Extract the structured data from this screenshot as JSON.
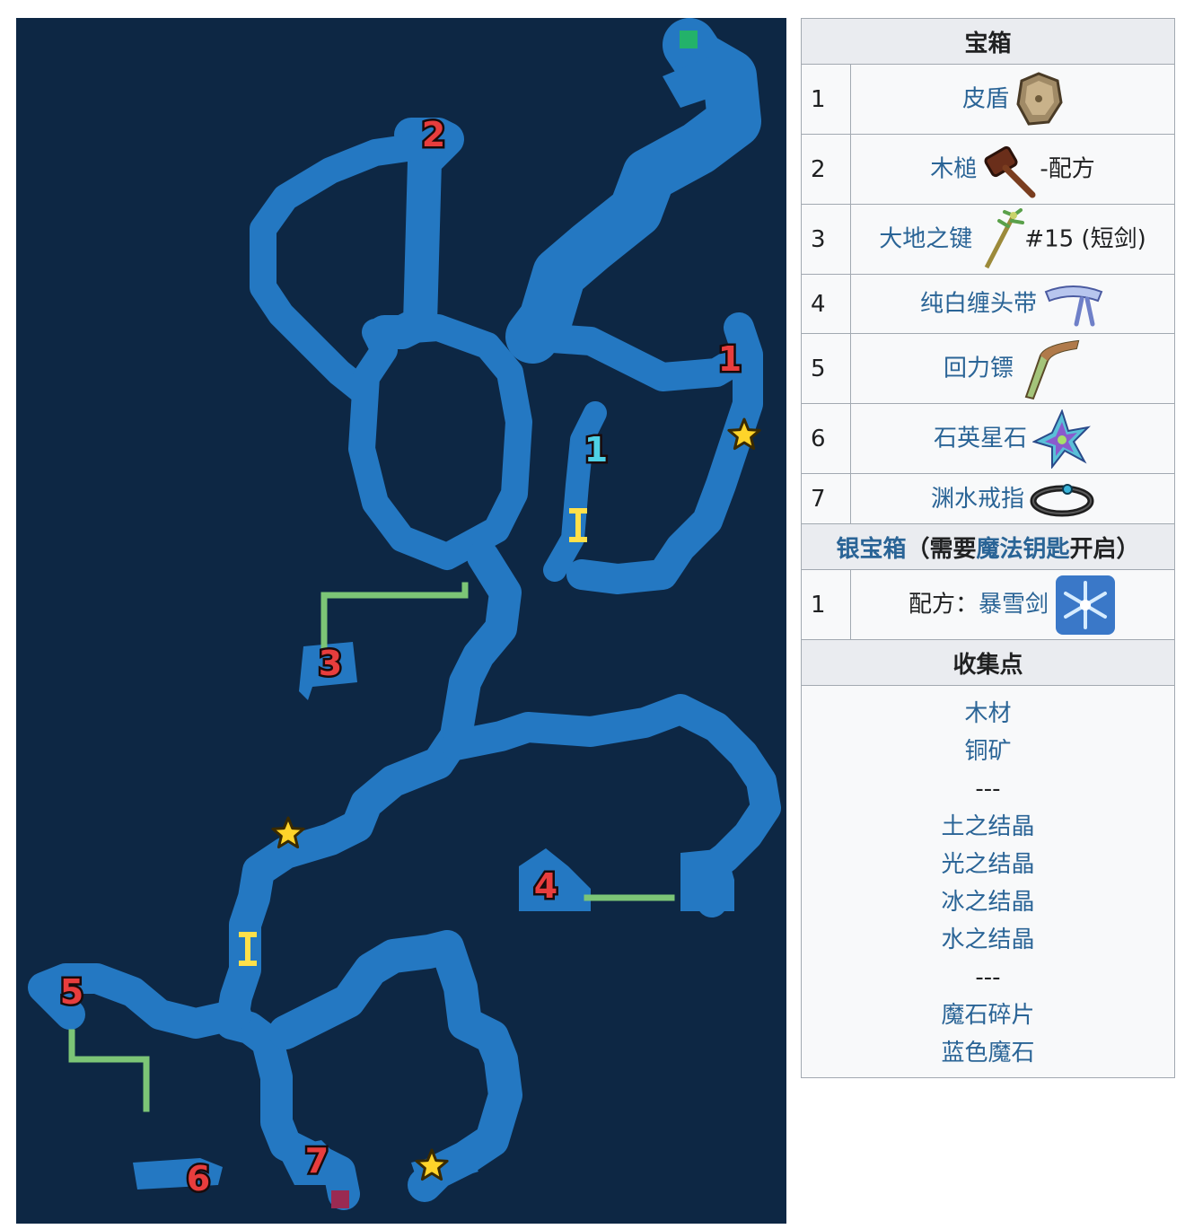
{
  "map": {
    "colors": {
      "background": "#0d2744",
      "path": "#2478c2",
      "connector": "#7cc576",
      "gate": "#ffe04a",
      "entrance": "#23b26a",
      "exit": "#9a2a52",
      "number": "#e83d3d",
      "silver_number": "#4ed1e6",
      "star": "#ffd42a"
    },
    "chest_markers": [
      "2",
      "1",
      "3",
      "4",
      "5",
      "6",
      "7"
    ],
    "silver_markers": [
      "1"
    ]
  },
  "treasure": {
    "header": "宝箱",
    "rows": [
      {
        "index": "1",
        "name": "皮盾",
        "suffix": "",
        "icon": "leather-shield-icon"
      },
      {
        "index": "2",
        "name": "木槌",
        "suffix": "-配方",
        "icon": "wooden-mallet-icon"
      },
      {
        "index": "3",
        "name": "大地之键",
        "suffix": "#15 (短剑)",
        "icon": "earth-key-icon"
      },
      {
        "index": "4",
        "name": "纯白缠头带",
        "suffix": "",
        "icon": "white-headband-icon"
      },
      {
        "index": "5",
        "name": "回力镖",
        "suffix": "",
        "icon": "boomerang-icon"
      },
      {
        "index": "6",
        "name": "石英星石",
        "suffix": "",
        "icon": "quartz-star-icon"
      },
      {
        "index": "7",
        "name": "渊水戒指",
        "suffix": "",
        "icon": "abyss-ring-icon"
      }
    ]
  },
  "silver": {
    "label": "银宝箱",
    "paren_open": "（需要",
    "key": "魔法钥匙",
    "paren_close": "开启）",
    "rows": [
      {
        "index": "1",
        "prefix": "配方：",
        "name": "暴雪剑",
        "icon": "blizzard-sword-icon"
      }
    ]
  },
  "collect": {
    "header": "收集点",
    "items": [
      "木材",
      "铜矿",
      "---",
      "土之结晶",
      "光之结晶",
      "冰之结晶",
      "水之结晶",
      "---",
      "魔石碎片",
      "蓝色魔石"
    ]
  }
}
